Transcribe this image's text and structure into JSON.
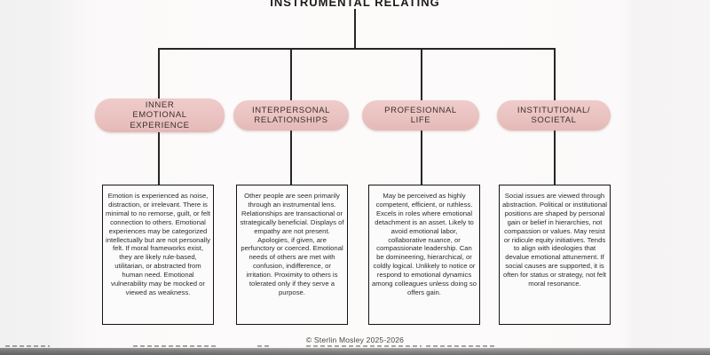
{
  "title": "INSTRUMENTAL RELATING",
  "footer": {
    "copyright": "© Sterlin Mosley 2025-2026"
  },
  "colors": {
    "pill_background": "#eac3c1",
    "pill_text": "#3b2f2e",
    "connector_line": "#262626",
    "box_border": "#141414",
    "box_text": "#2e2c2b",
    "page_background": "#fbf9f9",
    "statusbar_gray": "#7c7a7a"
  },
  "columns": [
    {
      "id": "inner-emotional-experience",
      "header": "INNER\nEMOTIONAL\nEXPERIENCE",
      "body": "Emotion is experienced as noise, distraction, or irrelevant. There is minimal to no remorse, guilt, or felt connection to others. Emotional experiences may be categorized intellectually but are not personally felt. If moral frameworks exist, they are likely rule-based, utilitarian, or abstracted from human need. Emotional vulnerability may be mocked or viewed as weakness."
    },
    {
      "id": "interpersonal-relationships",
      "header": "INTERPERSONAL\nRELATIONSHIPS",
      "body": "Other people are seen primarily through an instrumental lens. Relationships are transactional or strategically beneficial. Displays of empathy are not present. Apologies, if given, are perfunctory or coerced. Emotional needs of others are met with confusion, indifference, or irritation. Proximity to others is tolerated only if they serve a purpose."
    },
    {
      "id": "profesionnal-life",
      "header": "PROFESIONNAL\nLIFE",
      "body": "May be perceived as highly competent, efficient, or ruthless. Excels in roles where emotional detachment is an asset. Likely to avoid emotional labor, collaborative nuance, or compassionate leadership. Can be domineering, hierarchical, or coldly logical. Unlikely to notice or respond to emotional dynamics among colleagues unless doing so offers gain."
    },
    {
      "id": "institutional-societal",
      "header": "INSTITUTIONAL/\nSOCIETAL",
      "body": "Social issues are viewed through abstraction. Political or institutional positions are shaped by personal gain or belief in hierarchies, not compassion or values. May resist or ridicule equity initiatives. Tends to align with ideologies that devalue emotional attunement. If social causes are supported, it is often for status or strategy, not felt moral resonance."
    }
  ]
}
